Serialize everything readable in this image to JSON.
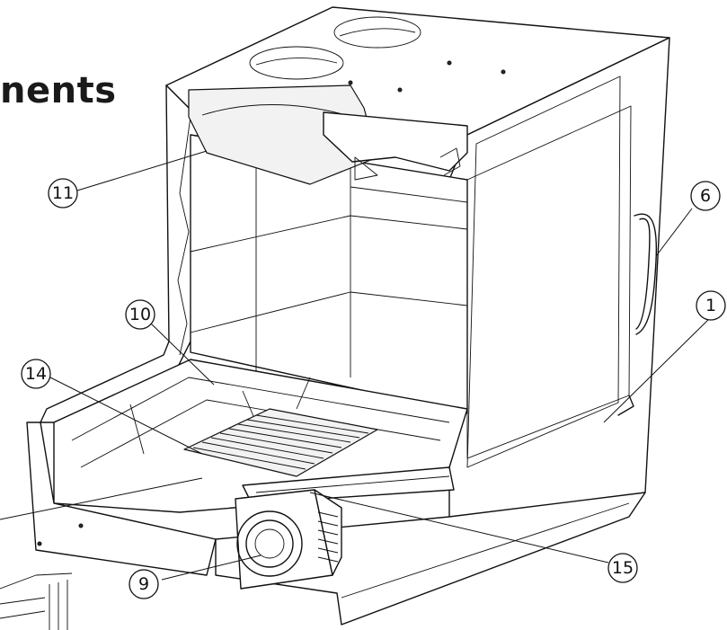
{
  "heading": "nents",
  "callouts": [
    {
      "id": "1",
      "label": "1"
    },
    {
      "id": "6",
      "label": "6"
    },
    {
      "id": "9",
      "label": "9"
    },
    {
      "id": "10",
      "label": "10"
    },
    {
      "id": "11",
      "label": "11"
    },
    {
      "id": "14",
      "label": "14"
    },
    {
      "id": "15",
      "label": "15"
    }
  ]
}
